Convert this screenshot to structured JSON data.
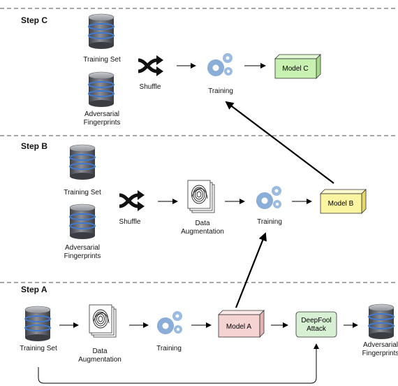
{
  "steps": {
    "c": {
      "title": "Step C",
      "training_set": "Training Set",
      "adversarial_fingerprints": "Adversarial Fingerprints",
      "shuffle": "Shuffle",
      "training": "Training",
      "model": "Model C"
    },
    "b": {
      "title": "Step B",
      "training_set": "Training Set",
      "adversarial_fingerprints": "Adversarial Fingerprints",
      "shuffle": "Shuffle",
      "data_augmentation": "Data Augmentation",
      "training": "Training",
      "model": "Model B"
    },
    "a": {
      "title": "Step A",
      "training_set": "Training Set",
      "data_augmentation": "Data Augmentation",
      "training": "Training",
      "model": "Model A",
      "attack": "DeepFool Attack",
      "adversarial_fingerprints": "Adversarial Fingerprints"
    }
  },
  "icons": {
    "database": "database-icon",
    "shuffle": "shuffle-icon",
    "fingerprint": "fingerprint-stack-icon",
    "gears": "gears-icon"
  },
  "colors": {
    "model_c": "#c8f0b0",
    "model_b": "#fbf4a0",
    "model_a": "#f5d3d3",
    "attack": "#d7f0d3",
    "gear": "#8aaed8",
    "database": "#6c6f78",
    "database_band": "#4a7cc4"
  }
}
